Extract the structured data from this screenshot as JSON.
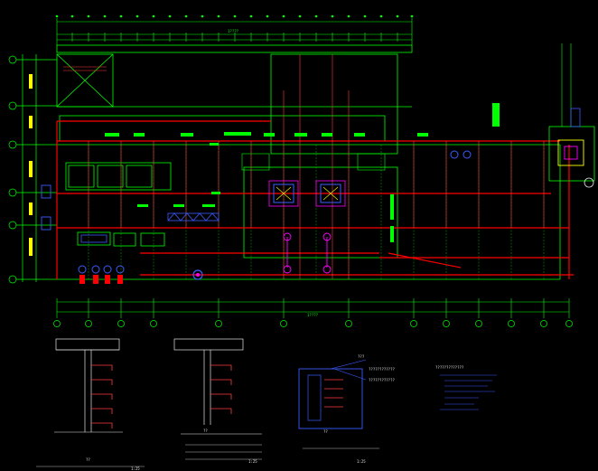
{
  "drawing": {
    "colors": {
      "background": "#000000",
      "structure": "#00ff00",
      "pipe_main": "#ff0000",
      "pipe_branch": "#ff3b3b",
      "equipment": "#0000ff",
      "dimension": "#00ff00",
      "detail": "#3b5bff",
      "accent": "#ffff00",
      "magenta": "#ff00ff",
      "white": "#e6e6e6"
    },
    "labels": {
      "top_dim": "1????",
      "bottom_dim": "1????",
      "section_a_label": "??",
      "section_b_label": "??",
      "section_c_label": "??",
      "note_a": "????????????",
      "note_b": "????????????",
      "note_c": "?????????????",
      "table_header": "???",
      "scale_a": "1:25",
      "scale_b": "1:25",
      "scale_c": "1:25"
    }
  }
}
